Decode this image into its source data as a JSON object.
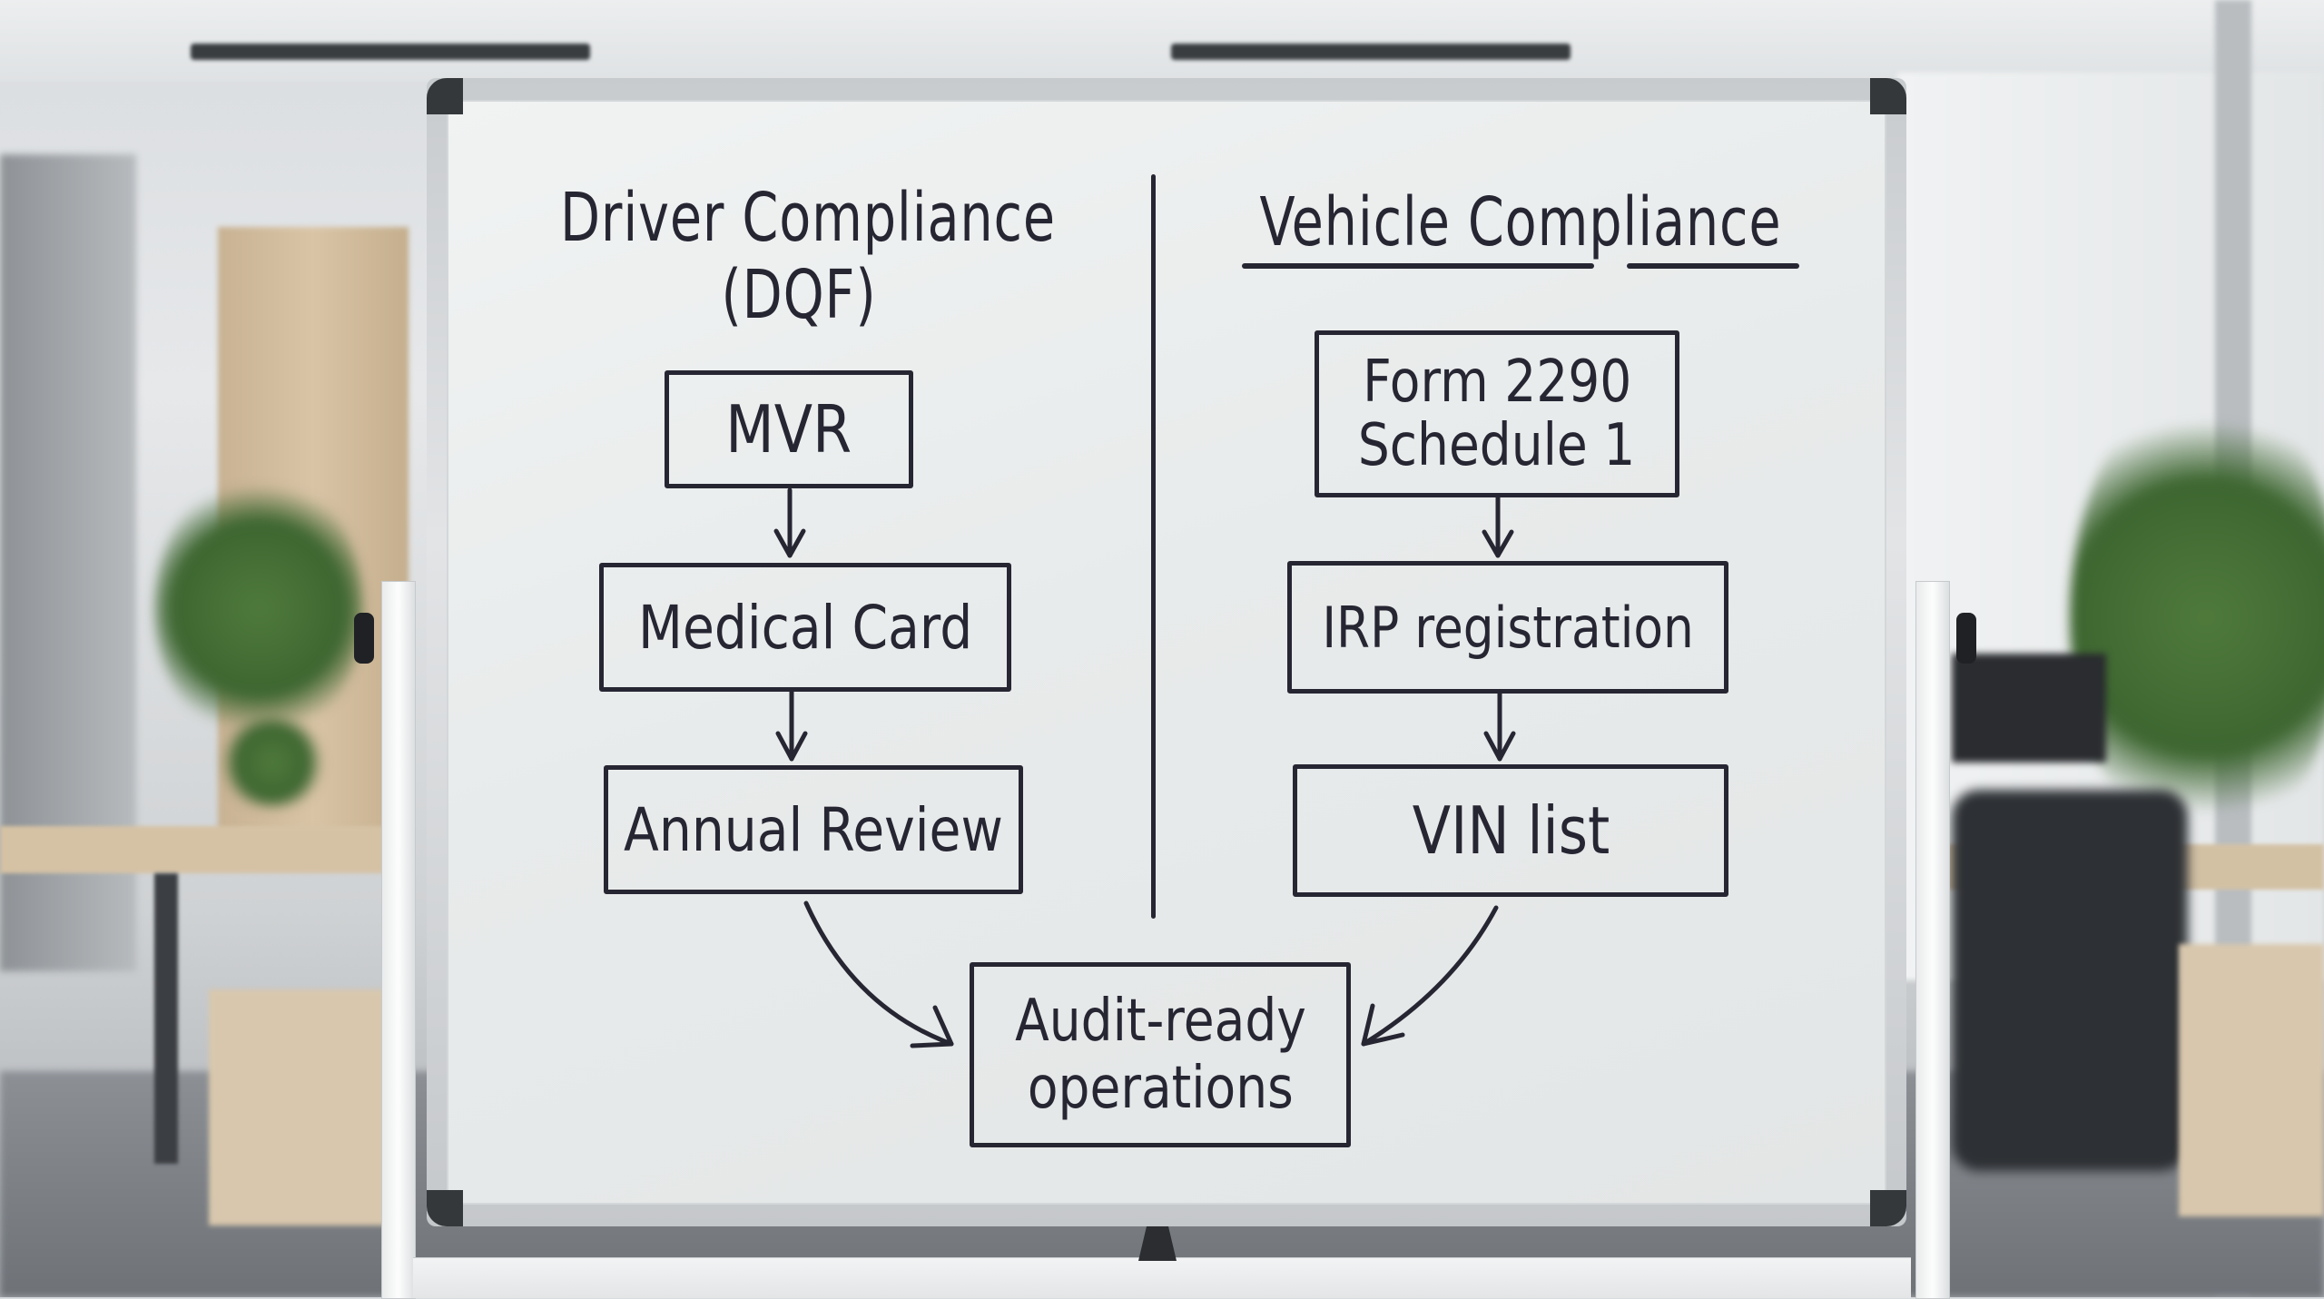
{
  "scene": {
    "description": "Whiteboard on a mobile stand in a blurred modern office",
    "colors": {
      "ink": "#262633",
      "board_surface": "#eceeee",
      "frame": "#d0d3d5",
      "corner_caps": "#35383b"
    }
  },
  "whiteboard": {
    "left_column": {
      "title_line1": "Driver Compliance",
      "title_line2": "(DQF)",
      "steps": [
        {
          "label": "MVR"
        },
        {
          "label": "Medical Card"
        },
        {
          "label": "Annual Review"
        }
      ]
    },
    "right_column": {
      "title": "Vehicle Compliance",
      "steps": [
        {
          "line1": "Form 2290",
          "line2": "Schedule 1"
        },
        {
          "label": "IRP registration"
        },
        {
          "label": "VIN list"
        }
      ]
    },
    "outcome": {
      "line1": "Audit-ready",
      "line2": "operations"
    }
  }
}
